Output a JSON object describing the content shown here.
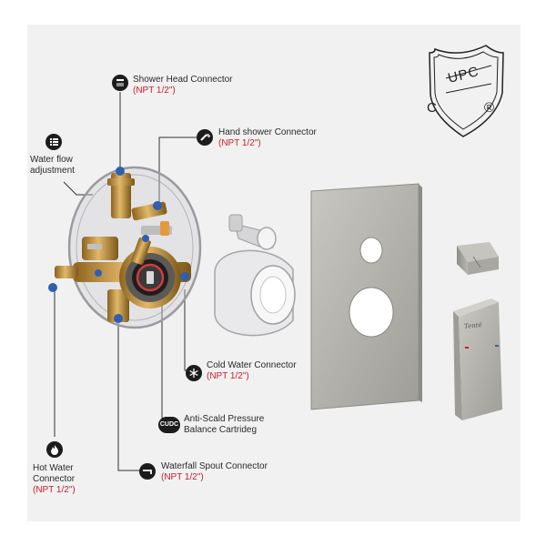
{
  "labels": {
    "shower_head": {
      "name": "Shower Head Connector",
      "spec": "(NPT 1/2\")"
    },
    "hand_shower": {
      "name": "Hand shower Connector",
      "spec": "(NPT 1/2\")"
    },
    "water_flow": {
      "line1": "Water flow",
      "line2": "adjustment"
    },
    "cold_water": {
      "name": "Cold Water Connector",
      "spec": "(NPT 1/2\")"
    },
    "anti_scald": {
      "line1": "Anti-Scald Pressure",
      "line2": "Balance Cartrideg"
    },
    "hot_water": {
      "line1": "Hot Water",
      "line2": "Connector",
      "spec": "(NPT 1/2\")"
    },
    "waterfall": {
      "name": "Waterfall Spout Connector",
      "spec": "(NPT 1/2\")"
    }
  },
  "cartridge_badge": "CUDC",
  "brand": "Tenté",
  "certification": {
    "mark": "UPC",
    "left": "C",
    "right": "®"
  },
  "icons": [
    "shower-head-icon",
    "hand-shower-icon",
    "settings-list-icon",
    "snowflake-icon",
    "flame-icon",
    "spout-icon"
  ],
  "colors": {
    "background": "#f1f1f1",
    "spec_text": "#c8202a",
    "icon_bg": "#1c1c1c",
    "brass": "#c99a4a",
    "steel": "#b3b1ab"
  }
}
